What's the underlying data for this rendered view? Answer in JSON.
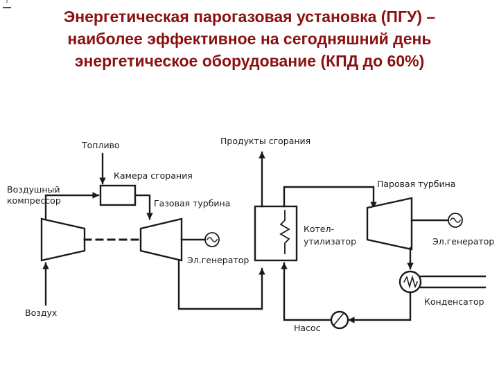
{
  "title": {
    "line1": "Энергетическая парогазовая установка (ПГУ) –",
    "line2": "наиболее эффективное на сегодняшний день",
    "line3": "энергетическое оборудование (КПД до 60%)"
  },
  "labels": {
    "fuel": "Топливо",
    "combustion_chamber": "Камера сгорания",
    "air_compressor_1": "Воздушный",
    "air_compressor_2": "компрессор",
    "gas_turbine": "Газовая турбина",
    "generator_gas": "Эл.генератор",
    "air": "Воздух",
    "exhaust": "Продукты сгорания",
    "boiler_1": "Котел-",
    "boiler_2": "утилизатор",
    "steam_turbine": "Паровая турбина",
    "generator_steam": "Эл.генератор",
    "condenser": "Конденсатор",
    "pump": "Насос"
  },
  "colors": {
    "title": "#8b1010",
    "lines": "#1a1a1a"
  },
  "icons": [
    "generator-icon",
    "pump-icon",
    "condenser-coil-icon",
    "heat-exchanger-coil-icon",
    "arrow-icon"
  ]
}
